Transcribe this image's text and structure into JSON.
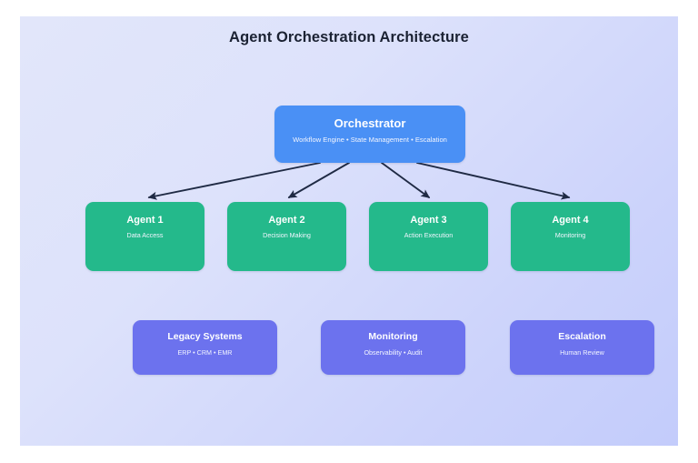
{
  "diagram": {
    "title": "Agent Orchestration Architecture",
    "type": "architecture-flow",
    "colors": {
      "background_from": "#E2E6FA",
      "background_to": "#C3CCFB",
      "orchestrator": "#4A90F5",
      "agent": "#24B98B",
      "support": "#6C72EE",
      "connector": "#1F2A44",
      "title_text": "#1B2233",
      "node_text": "#FFFFFF"
    },
    "orchestrator": {
      "id": "orchestrator",
      "title": "Orchestrator",
      "subtitle": "Workflow Engine • State Management • Escalation"
    },
    "agents": [
      {
        "id": "agent-1",
        "title": "Agent 1",
        "subtitle": "Data Access"
      },
      {
        "id": "agent-2",
        "title": "Agent 2",
        "subtitle": "Decision Making"
      },
      {
        "id": "agent-3",
        "title": "Agent 3",
        "subtitle": "Action Execution"
      },
      {
        "id": "agent-4",
        "title": "Agent 4",
        "subtitle": "Monitoring"
      }
    ],
    "support": [
      {
        "id": "legacy-systems",
        "title": "Legacy Systems",
        "subtitle": "ERP • CRM • EMR"
      },
      {
        "id": "monitoring",
        "title": "Monitoring",
        "subtitle": "Observability • Audit"
      },
      {
        "id": "escalation",
        "title": "Escalation",
        "subtitle": "Human Review"
      }
    ],
    "connections": [
      {
        "from": "orchestrator",
        "to": "agent-1",
        "style": "solid-arrow"
      },
      {
        "from": "orchestrator",
        "to": "agent-2",
        "style": "solid-arrow"
      },
      {
        "from": "orchestrator",
        "to": "agent-3",
        "style": "solid-arrow"
      },
      {
        "from": "orchestrator",
        "to": "agent-4",
        "style": "solid-arrow"
      }
    ]
  }
}
